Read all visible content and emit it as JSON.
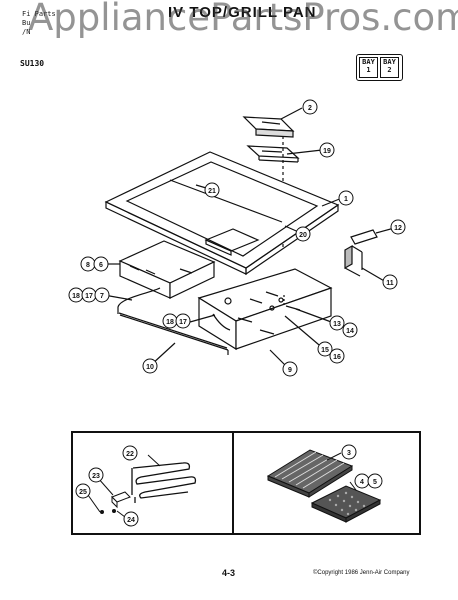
{
  "header": {
    "lines": [
      "Fi Parts",
      "Bu",
      "/N"
    ],
    "model": "SU130",
    "title": "IV TOP/GRILL PAN",
    "watermark": "AppliancePartsPros.com",
    "bay1": [
      "BAY",
      "1"
    ],
    "bay2": [
      "BAY",
      "2"
    ]
  },
  "callouts": {
    "c1": "1",
    "c2": "2",
    "c3": "3",
    "c4": "4",
    "c5": "5",
    "c6": "6",
    "c8": "8",
    "c9": "9",
    "c10": "10",
    "c11": "11",
    "c12": "12",
    "c13": "13",
    "c14": "14",
    "c15": "15",
    "c16": "16",
    "c17a": "17",
    "c17b": "17",
    "c18a": "18",
    "c18b": "18",
    "c19": "19",
    "c20": "20",
    "c21": "21",
    "c22": "22",
    "c23": "23",
    "c24": "24",
    "c25": "25",
    "c7": "7"
  },
  "footer": {
    "page": "4-3",
    "copyright": "©Copyright 1986 Jenn-Air Company"
  }
}
